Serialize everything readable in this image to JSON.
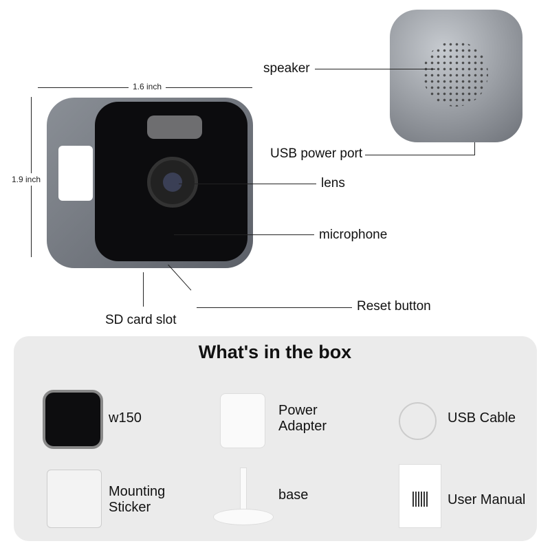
{
  "callouts": {
    "speaker": "speaker",
    "usb_port": "USB power port",
    "lens": "lens",
    "microphone": "microphone",
    "reset": "Reset button",
    "sd_slot": "SD card slot"
  },
  "dimensions": {
    "width": "1.6 inch",
    "height": "1.9 inch"
  },
  "box": {
    "title": "What's in the box",
    "items": [
      {
        "label": "w150"
      },
      {
        "label": "Power Adapter"
      },
      {
        "label": "USB Cable"
      },
      {
        "label": "Mounting Sticker"
      },
      {
        "label": "base"
      },
      {
        "label": "User Manual"
      }
    ]
  }
}
